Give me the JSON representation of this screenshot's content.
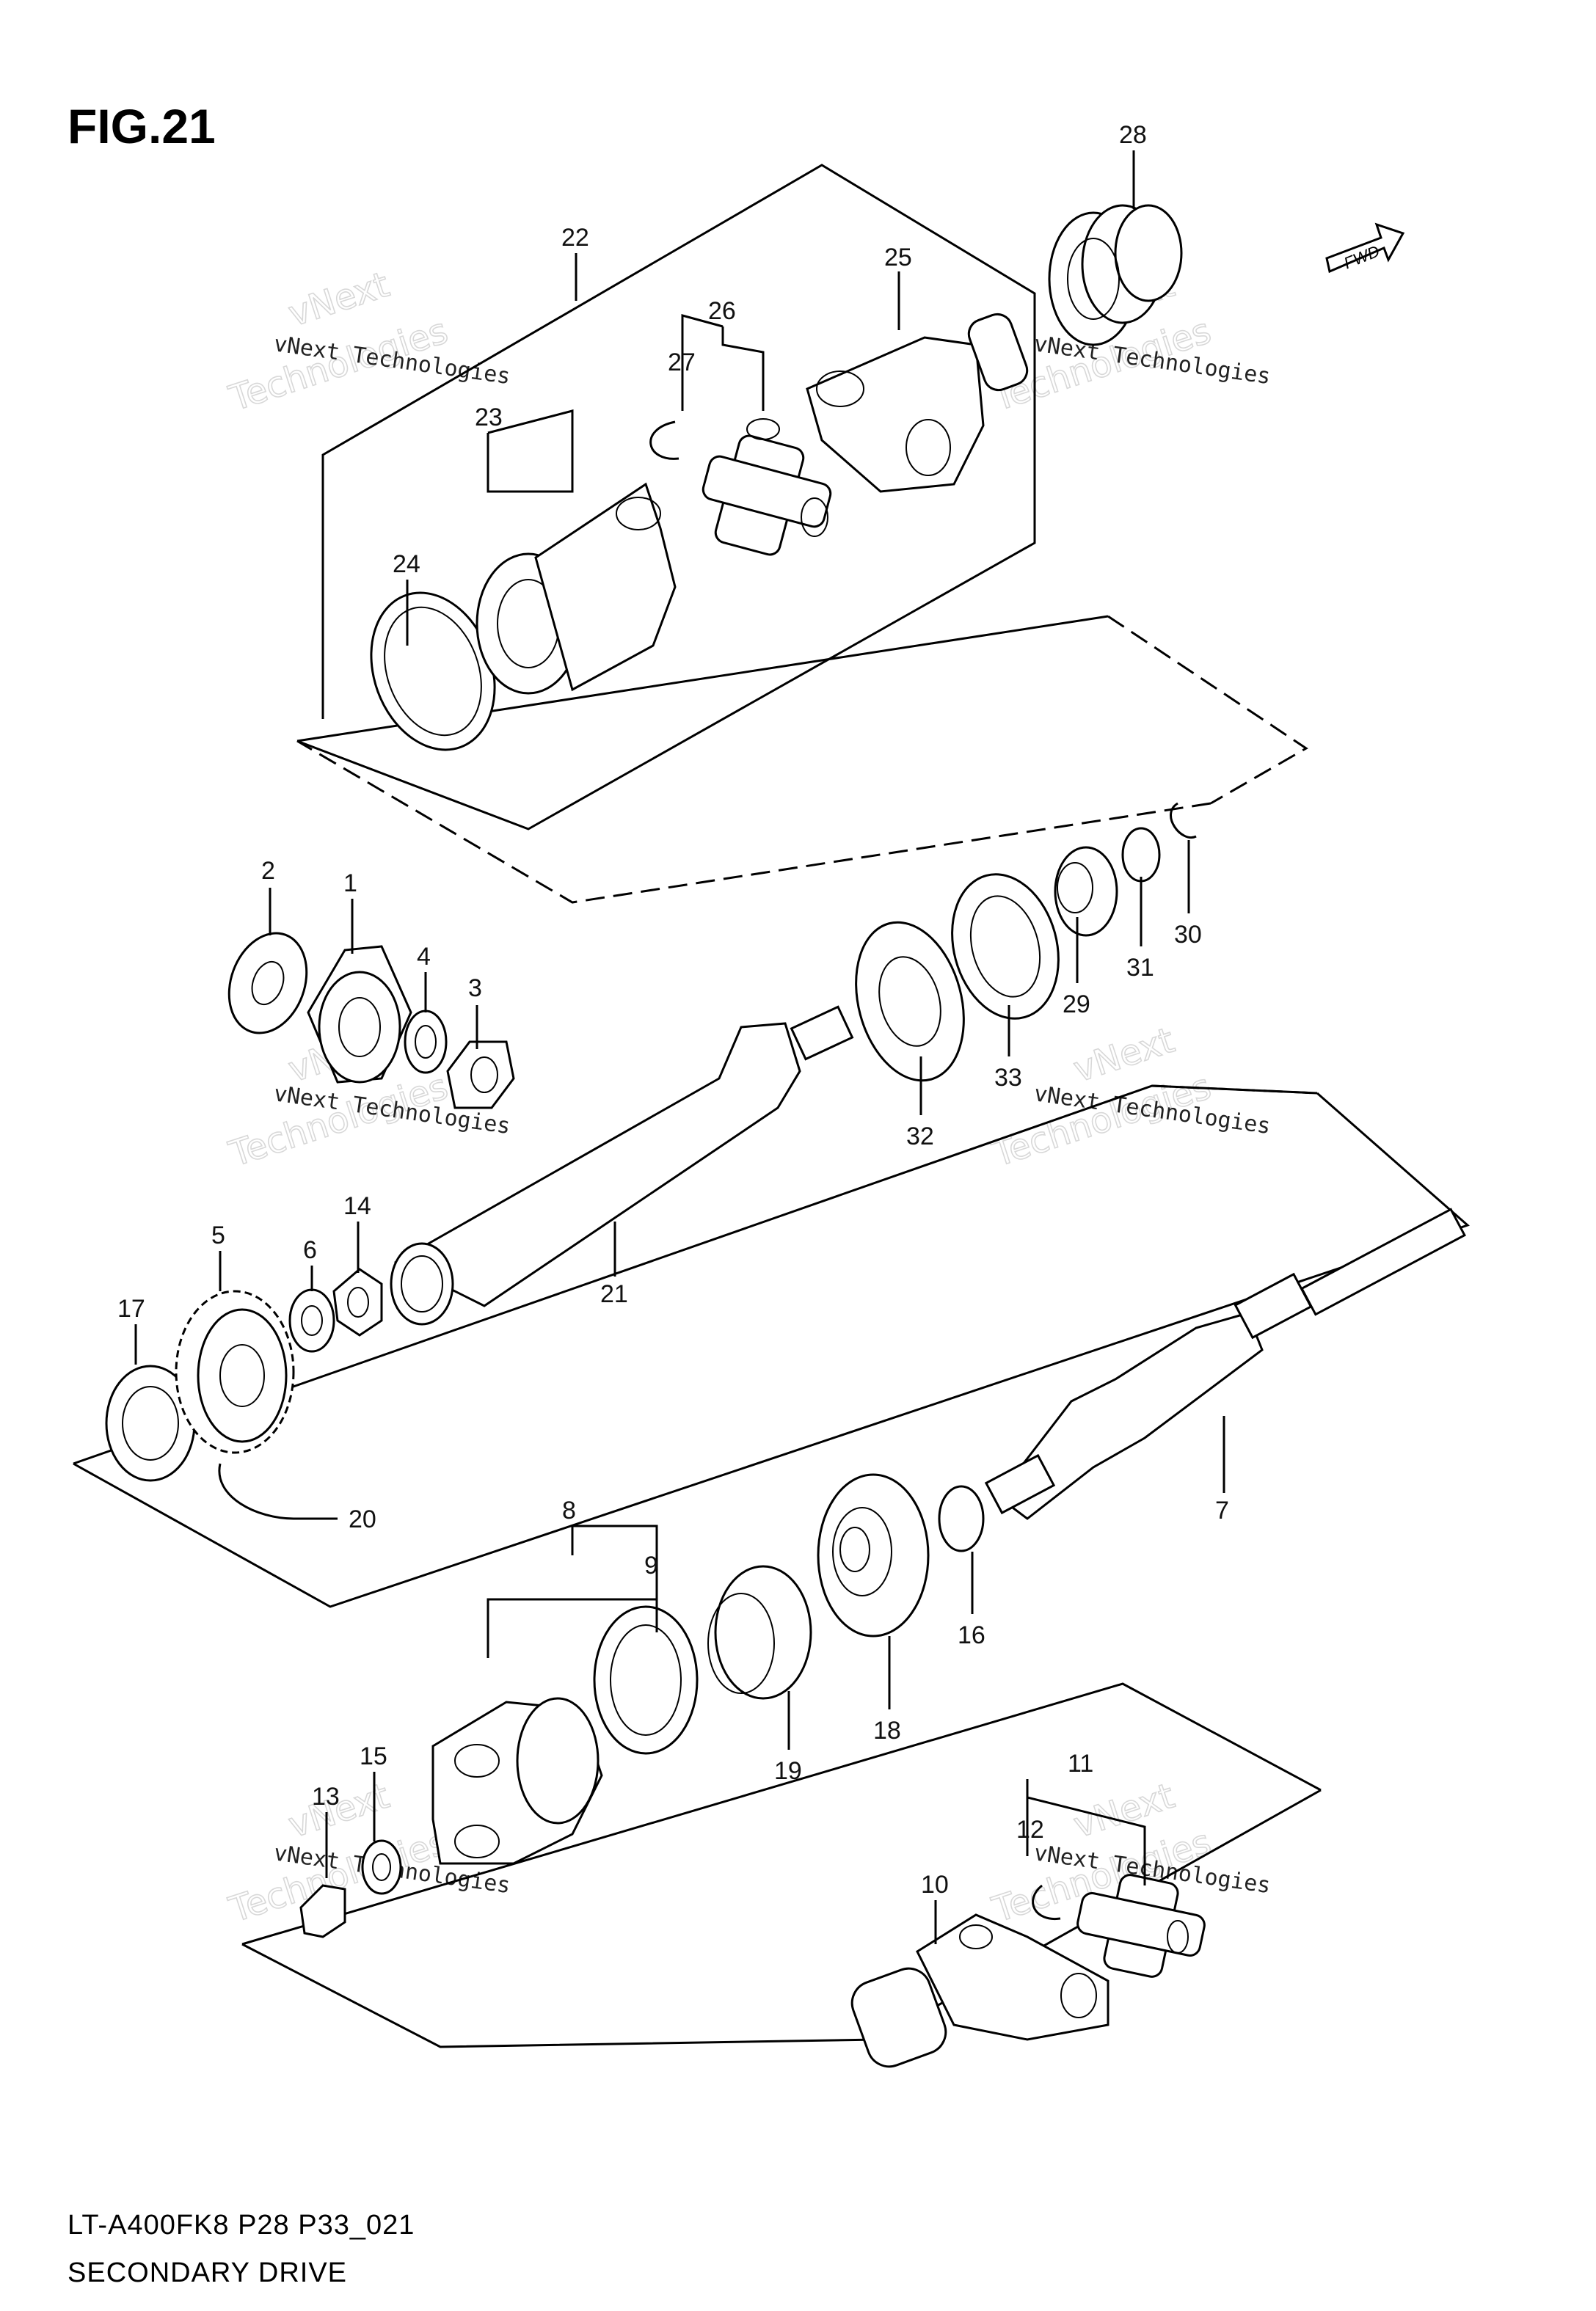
{
  "title": "FIG.21",
  "fwd_label": "FWD",
  "footer": {
    "model": "LT-A400FK8 P28 P33_021",
    "name": "SECONDARY DRIVE"
  },
  "watermark": {
    "line1": "vNext Technologies",
    "line2": "vNext",
    "line3": "Technologies"
  },
  "labels": [
    "1",
    "2",
    "3",
    "4",
    "5",
    "6",
    "7",
    "8",
    "9",
    "10",
    "11",
    "12",
    "13",
    "14",
    "15",
    "16",
    "17",
    "18",
    "19",
    "20",
    "21",
    "22",
    "23",
    "24",
    "25",
    "26",
    "27",
    "28",
    "29",
    "30",
    "31",
    "32",
    "33"
  ]
}
